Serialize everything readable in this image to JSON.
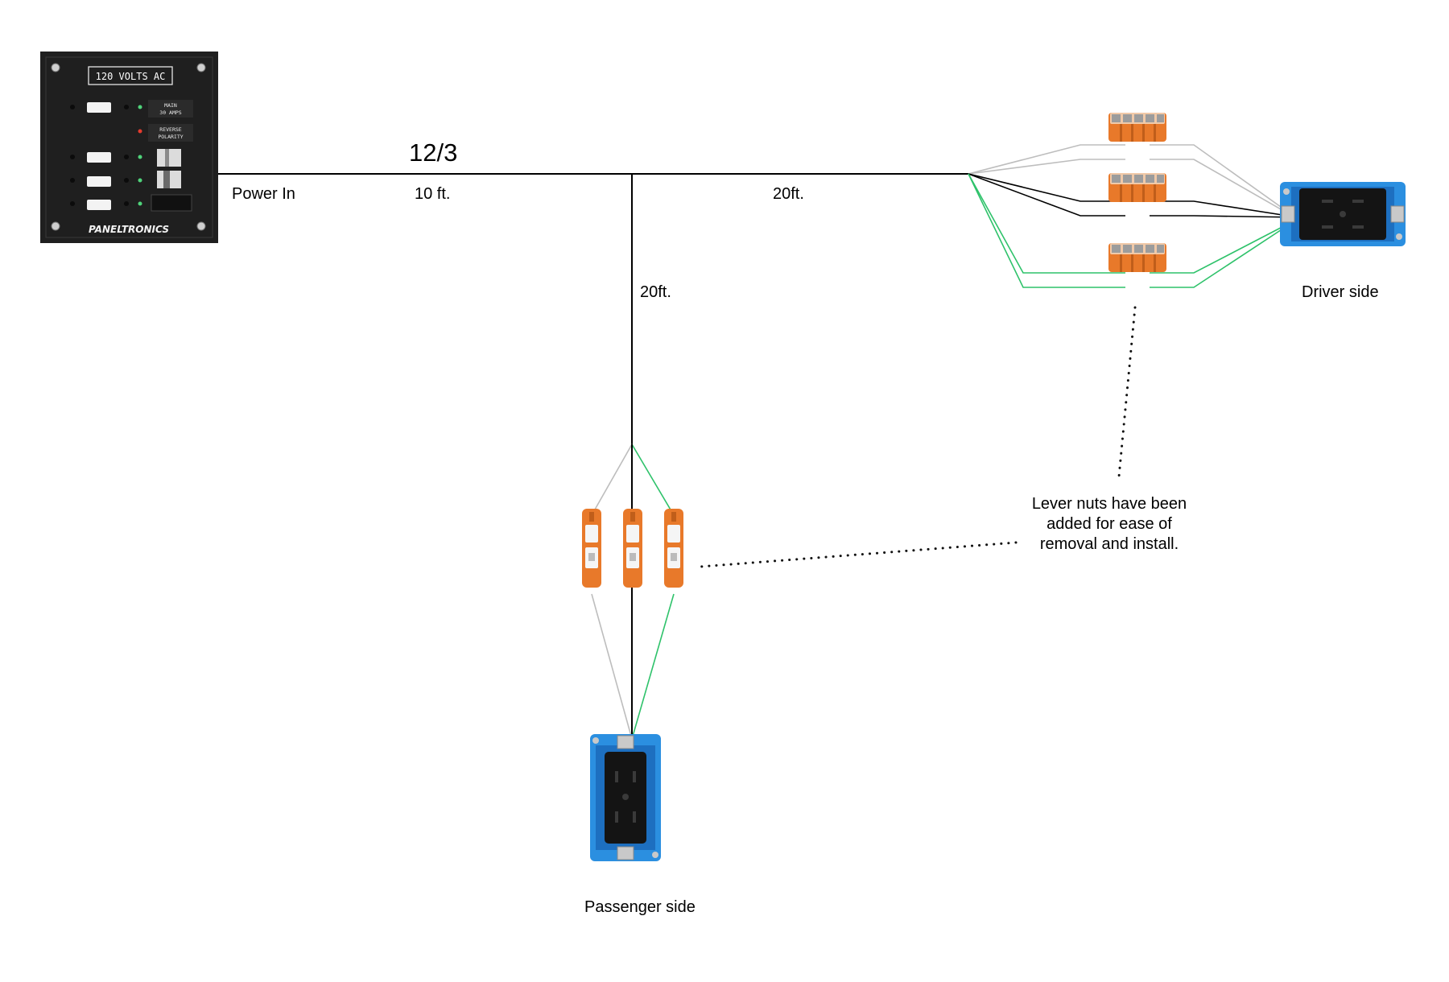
{
  "panel": {
    "header": "120 VOLTS AC",
    "labels": [
      "MAIN",
      "30 AMPS",
      "REVERSE",
      "POLARITY"
    ],
    "brand": "PANELTRONICS"
  },
  "labels": {
    "power_in": "Power In",
    "cable_gauge": "12/3",
    "run_panel": "10 ft.",
    "run_driver": "20ft.",
    "run_passenger": "20ft.",
    "driver_side": "Driver side",
    "passenger_side": "Passenger side"
  },
  "note": {
    "lines": [
      "Lever nuts have been",
      "added for ease of",
      "removal and install."
    ]
  },
  "colors": {
    "hot": "#000000",
    "neutral": "#bdbdbd",
    "ground": "#2ec26a",
    "lever_nut": "#e8792a",
    "outlet_box": "#2b8fe0",
    "panel": "#1f1f1f"
  }
}
